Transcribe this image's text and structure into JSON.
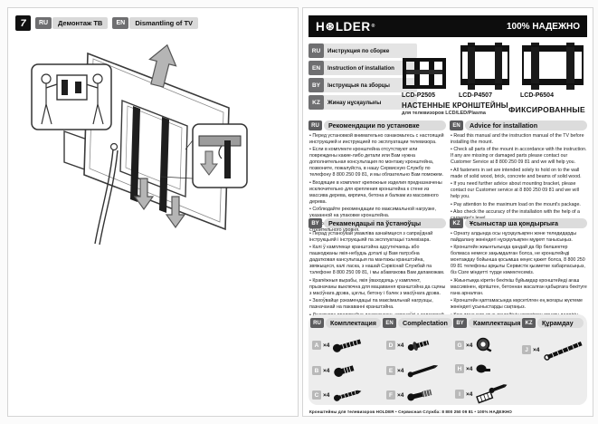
{
  "step": {
    "number": "7",
    "labels": [
      {
        "code": "RU",
        "text": "Демонтаж ТВ"
      },
      {
        "code": "EN",
        "text": "Dismantling of TV"
      }
    ]
  },
  "brand": {
    "name_left": "H",
    "o_symbol": "⊛",
    "name_right": "LDER",
    "reg": "®",
    "tagline": "100% НАДЕЖНО"
  },
  "instruction_langs": [
    {
      "code": "RU",
      "label": "Инструкция по сборке"
    },
    {
      "code": "EN",
      "label": "Instruction of installation"
    },
    {
      "code": "BY",
      "label": "Інструкцыя па зборцы"
    },
    {
      "code": "KZ",
      "label": "Жинау нұсқаулығы"
    }
  ],
  "products": [
    {
      "model": "LCD-P2505"
    },
    {
      "model": "LCD-P4507"
    },
    {
      "model": "LCD-P6504"
    }
  ],
  "product_line": {
    "title": "НАСТЕННЫЕ КРОНШТЕЙНЫ",
    "subtitle": "для телевизоров LCD/LED/Plasma",
    "type_label": "ФИКСИРОВАННЫЕ"
  },
  "advice": [
    {
      "code": "RU",
      "title": "Рекомендации по установке",
      "bullets": [
        "Перед установкой внимательно ознакомьтесь с настоящей инструкцией и инструкцией по эксплуатации телевизора.",
        "Если в комплекте кронштейна отсутствуют или повреждены какие-либо детали или Вам нужна дополнительная консультация по монтажу кронштейна, позвоните, пожалуйста, в нашу Сервисную Службу по телефону 8 800 250 09 81, и мы обязательно Вам поможем.",
        "Входящие в комплект крепежные изделия предназначены исключительно для крепления кронштейна к стене из массива дерева, кирпича, бетона и балкам из массивного дерева.",
        "Соблюдайте рекомендации по максимальной нагрузке, указанной на упаковке кронштейна.",
        "Дополнительно проверьте точность установки с помощью строительного уровня."
      ]
    },
    {
      "code": "EN",
      "title": "Advice for installation",
      "bullets": [
        "Read this manual and the instruction manual of the TV before installing the mount.",
        "Check all parts of the mount in accordance with the instruction. If any are missing or damaged parts please contact our Customer Service at 8 800 250 09 81 and we will help you.",
        "All fasteners in set are intended solely to hold on to the wall made of solid wood, brick, concrete and beams of solid wood.",
        "If you need further advice about mounting bracket, please contact our Customer service at 8 800 250 09 81 and we will help you.",
        "Pay attention to the maximum load on the mount's package.",
        "Also check the accuracy of the installation with the help of a carpenter's level."
      ]
    },
    {
      "code": "BY",
      "title": "Рекамендацыі па ўстаноўцы",
      "bullets": [
        "Перад устаноўкай уважліва азнаёмцеся з сапраўднай інструкцыяй і інструкцыяй па эксплуатацыі тэлевізара.",
        "Калі ў камплекце кранштэйна адсутнічаюць або пашкоджаны якія-небудзь дэталі ці Вам патрэбна дадатковая кансультацыя па мантажы кранштэйна, звяжыцеся, калі ласка, з нашай Сэрвіснай Службай па тэлефоне 8 800 250 09 81, і мы абавязкова Вам дапаможам.",
        "Крапёжныя вырабы, якія ўваходзяць у камплект, прызначаны выключна для мацавання кранштэйна да сцяны з масіўнага дрэва, цэглы, бетону і бэлек з масіўнага дрэва.",
        "Захоўвайце рэкамендацыі па максімальнай нагрузцы, пазначанай на пакаванні кранштэйна.",
        "Дадаткова правярайце дакладнасць устаноўкі з дапамогай будаўнічага ўзроўню."
      ]
    },
    {
      "code": "KZ",
      "title": "Ұсыныстар ша қондырғыға",
      "bullets": [
        "Орнату алдында осы нұсқаулықпен және теледидарды пайдалану жөніндегі нұсқаулықпен мұқият танысыңыз.",
        "Кронштейн жиынтығында қандай да бір бөлшектер болмаса немесе зақымдалған болса, не кронштейнді монтаждау бойынша қосымша кеңес қажет болса, 8 800 250 09 81 телефоны арқылы Сервистік қызметке хабарласыңыз, біз Сізге міндетті түрде көмектесеміз.",
        "Жиынтыққа кіретін бекіткіш бұйымдар кронштейнді ағаш массивінен, кірпіштен, бетоннан жасалған қабырғаға бекітуге ғана арналған.",
        "Кронштейн қаптамасында көрсетілген ең жоғары жүктеме жөніндегі ұсыныстарды сақтаңыз.",
        "Қосымша құрылыс деңгейінің көмегімен орнату дәлдігін тексеріңіз."
      ]
    }
  ],
  "kit": {
    "headers": [
      {
        "code": "RU",
        "label": "Комплектация"
      },
      {
        "code": "EN",
        "label": "Complectation"
      },
      {
        "code": "BY",
        "label": "Камплектацыя"
      },
      {
        "code": "KZ",
        "label": "Құрамдау"
      }
    ],
    "items": [
      {
        "letter": "A",
        "qty": "×4"
      },
      {
        "letter": "B",
        "qty": "×4"
      },
      {
        "letter": "C",
        "qty": "×4"
      },
      {
        "letter": "D",
        "qty": "×4"
      },
      {
        "letter": "E",
        "qty": "×4"
      },
      {
        "letter": "F",
        "qty": "×4"
      },
      {
        "letter": "G",
        "qty": "×4"
      },
      {
        "letter": "H",
        "qty": "×4"
      },
      {
        "letter": "I",
        "qty": "×4"
      },
      {
        "letter": "J",
        "qty": "×4"
      }
    ]
  },
  "footer": {
    "text": "Кронштейны для телевизоров HOLDER  •  Сервисная Служба: 8 800 250 09 81  •  100% НАДЕЖНО"
  }
}
